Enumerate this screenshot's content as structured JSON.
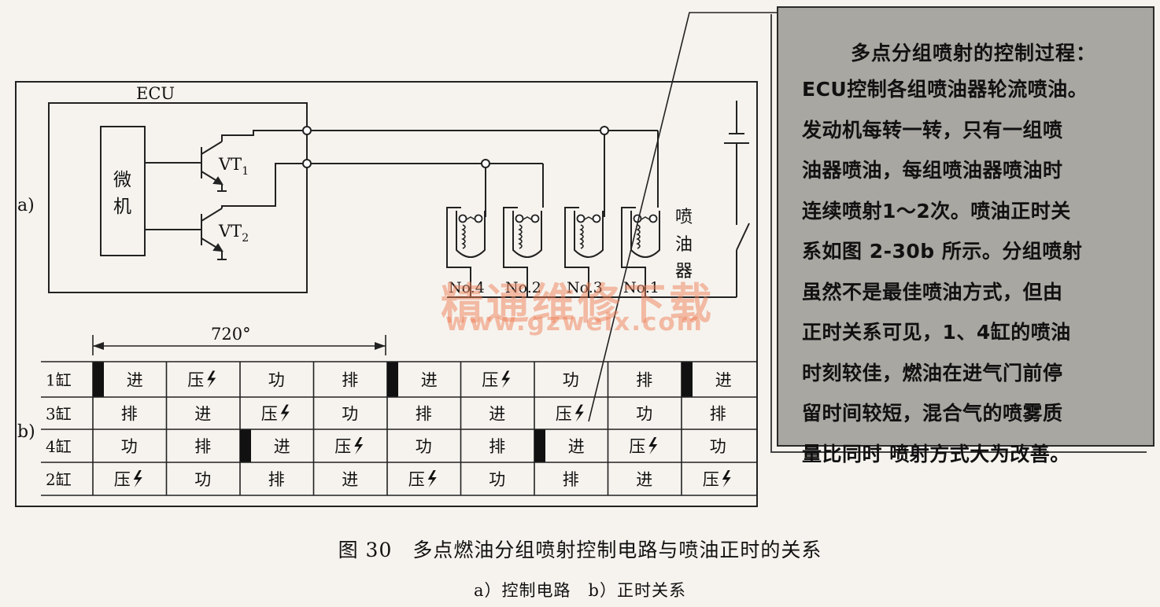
{
  "circuit": {
    "panel_label": "a)",
    "ecu_label": "ECU",
    "micro_label_1": "微",
    "micro_label_2": "机",
    "vt1": "VT",
    "vt1_sub": "1",
    "vt2": "VT",
    "vt2_sub": "2",
    "injector_label": [
      "喷",
      "油",
      "器"
    ],
    "injectors": [
      "No.4",
      "No.2",
      "No.3",
      "No.1"
    ]
  },
  "timing": {
    "panel_label": "b)",
    "span_label": "720°",
    "rows": [
      {
        "name": "1缸",
        "cells": [
          {
            "s": "进",
            "bar": true
          },
          {
            "s": "压"
          },
          {
            "s": "功"
          },
          {
            "s": "排"
          },
          {
            "s": "进",
            "bar": true
          },
          {
            "s": "压"
          },
          {
            "s": "功"
          },
          {
            "s": "排"
          },
          {
            "s": "进",
            "bar": true
          }
        ]
      },
      {
        "name": "3缸",
        "cells": [
          {
            "s": "排"
          },
          {
            "s": "进"
          },
          {
            "s": "压"
          },
          {
            "s": "功"
          },
          {
            "s": "排"
          },
          {
            "s": "进"
          },
          {
            "s": "压"
          },
          {
            "s": "功"
          },
          {
            "s": "排"
          }
        ]
      },
      {
        "name": "4缸",
        "cells": [
          {
            "s": "功"
          },
          {
            "s": "排"
          },
          {
            "s": "进",
            "bar": true
          },
          {
            "s": "压"
          },
          {
            "s": "功"
          },
          {
            "s": "排"
          },
          {
            "s": "进",
            "bar": true
          },
          {
            "s": "压"
          },
          {
            "s": "功"
          }
        ]
      },
      {
        "name": "2缸",
        "cells": [
          {
            "s": "压"
          },
          {
            "s": "功"
          },
          {
            "s": "排"
          },
          {
            "s": "进"
          },
          {
            "s": "压"
          },
          {
            "s": "功"
          },
          {
            "s": "排"
          },
          {
            "s": "进"
          },
          {
            "s": "压"
          }
        ]
      }
    ]
  },
  "note": {
    "title": "多点分组喷射的控制过程：",
    "lines": [
      "ECU控制各组喷油器轮流喷油。",
      "发动机每转一转，只有一组喷",
      "油器喷油，每组喷油器喷油时",
      "连续喷射1～2次。喷油正时关",
      "系如图 2-30b 所示。分组喷射",
      "虽然不是最佳喷油方式，但由",
      "正时关系可见，1、4缸的喷油",
      "时刻较佳，燃油在进气门前停",
      "留时间较短，混合气的喷雾质",
      "量比同时 喷射方式大为改善。"
    ]
  },
  "caption": {
    "figure": "图 30　多点燃油分组喷射控制电路与喷油正时的关系",
    "sub": "a）控制电路　b）正时关系"
  },
  "watermark": {
    "text": "精通维修下载",
    "url": "www.gzweix.com"
  }
}
